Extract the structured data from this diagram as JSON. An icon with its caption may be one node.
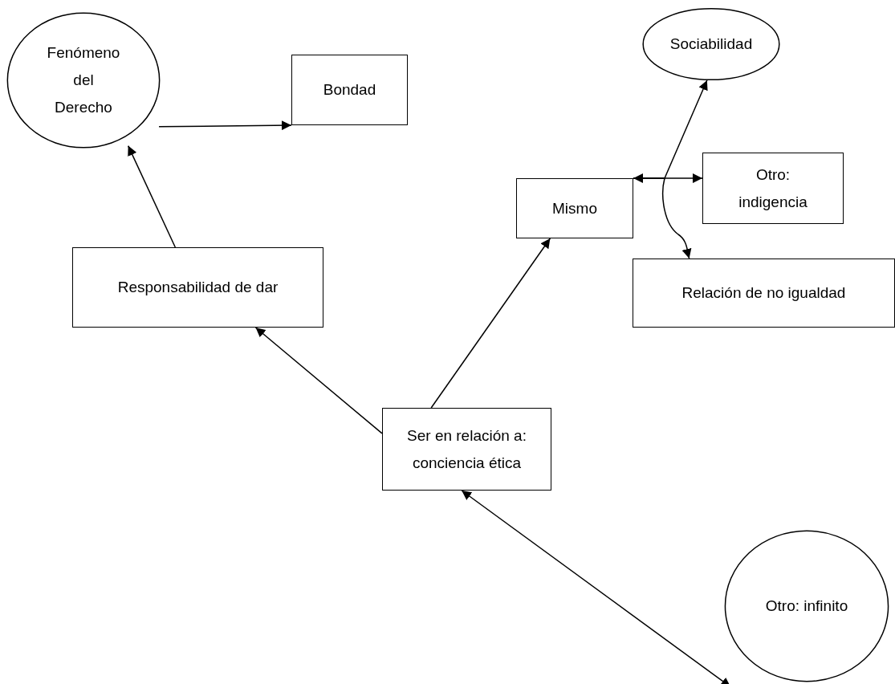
{
  "diagram": {
    "nodes": [
      {
        "text": [
          "Fenómeno del Derecho"
        ]
      },
      {
        "text": [
          "Bondad"
        ]
      },
      {
        "text": [
          "Sociabilidad"
        ]
      },
      {
        "text": [
          "Mismo"
        ]
      },
      {
        "text": [
          "Otro: indigencia"
        ]
      },
      {
        "text": [
          "Responsabilidad de dar"
        ]
      },
      {
        "text": [
          "Relación de no igualdad"
        ]
      },
      {
        "text": [
          "Ser en relación a: conciencia ética"
        ]
      },
      {
        "text": [
          "Otro: infinito"
        ]
      }
    ],
    "edges": [
      {
        "from": 0,
        "to": 1,
        "arrow": "to"
      },
      {
        "from": 5,
        "to": 0,
        "arrow": "to"
      },
      {
        "from": 7,
        "to": 5,
        "arrow": "to"
      },
      {
        "from": 7,
        "to": 3,
        "arrow": "to"
      },
      {
        "from": 3,
        "to": 4,
        "arrow": "both"
      },
      {
        "from": 3,
        "to": 2,
        "arrow": "to"
      },
      {
        "from": 3,
        "to": 6,
        "arrow": "to"
      },
      {
        "from": 7,
        "to": 8,
        "arrow": "both"
      }
    ]
  }
}
